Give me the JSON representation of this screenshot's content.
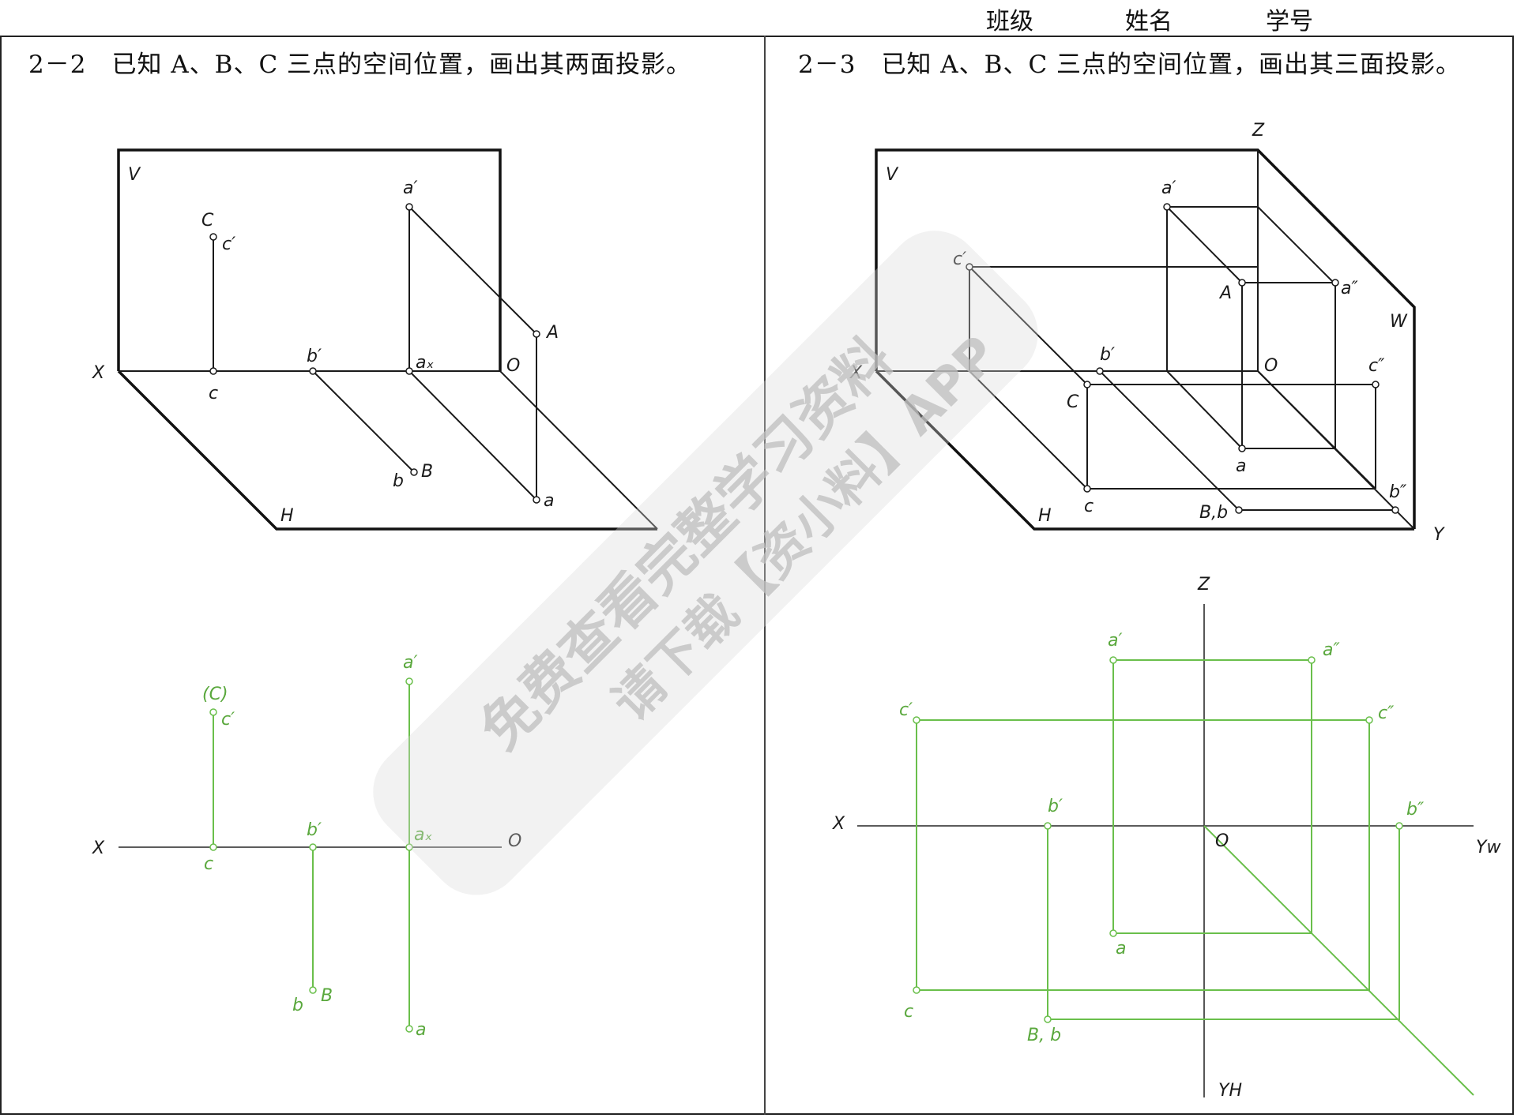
{
  "header": {
    "class_label": "班级",
    "name_label": "姓名",
    "id_label": "学号"
  },
  "problem_left": {
    "title": "2－2　已知 A、B、C 三点的空间位置，画出其两面投影。"
  },
  "problem_right": {
    "title": "2－3　已知 A、B、C 三点的空间位置，画出其三面投影。"
  },
  "colors": {
    "answer": "#6abf4b",
    "line": "#1a1a1a"
  },
  "labels_left_3d": {
    "V": "V",
    "H": "H",
    "X": "X",
    "O": "O",
    "C": "C",
    "c_prime": "c′",
    "c": "c",
    "a_prime": "a′",
    "A": "A",
    "ax": "aₓ",
    "a": "a",
    "b_prime": "b′",
    "b": "b",
    "B": "B"
  },
  "labels_left_2d": {
    "X": "X",
    "O": "O",
    "C_paren": "(C)",
    "c_prime": "c′",
    "c": "c",
    "a_prime": "a′",
    "ax": "aₓ",
    "a": "a",
    "b_prime": "b′",
    "b": "b",
    "B": "B"
  },
  "labels_right_3d": {
    "V": "V",
    "H": "H",
    "W": "W",
    "X": "X",
    "Y": "Y",
    "Z": "Z",
    "O": "O",
    "a_prime": "a′",
    "A": "A",
    "a_dprime": "a″",
    "a": "a",
    "c_prime": "c′",
    "C": "C",
    "c_dprime": "c″",
    "c": "c",
    "b_prime": "b′",
    "b_dprime": "b″",
    "Bb": "B,b"
  },
  "labels_right_2d": {
    "Z": "Z",
    "X": "X",
    "O": "O",
    "YW": "Yw",
    "YH": "YH",
    "a_prime": "a′",
    "a_dprime": "a″",
    "a": "a",
    "c_prime": "c′",
    "c_dprime": "c″",
    "c": "c",
    "b_prime": "b′",
    "b_dprime": "b″",
    "Bb": "B, b"
  },
  "watermark": {
    "line1": "免费查看完整学习资料",
    "line2": "请下载【资小料】APP"
  }
}
